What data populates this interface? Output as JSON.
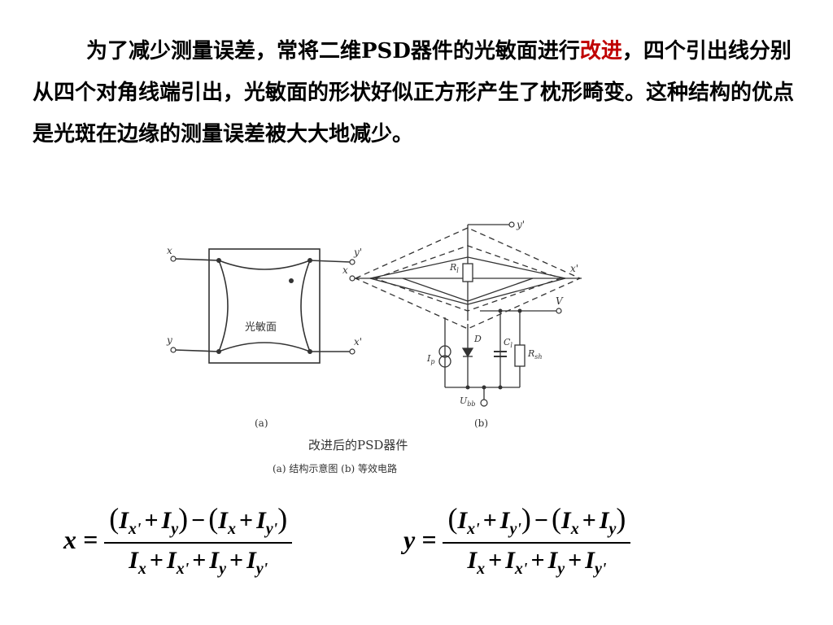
{
  "paragraph": {
    "part1": "为了减少测量误差，常将二维PSD器件的光敏面进行",
    "highlight": "改进",
    "part2": "，四个引出线分别从四个对角线端引出，光敏面的形状好似正方形产生了枕形畸变。这种结构的优点是光斑在边缘的测量误差被大大地减少。"
  },
  "figure": {
    "left_labels": {
      "x": "x",
      "y_prime": "y'",
      "y": "y",
      "x_prime": "x'",
      "center": "光敏面",
      "sub": "(a)"
    },
    "right_labels": {
      "y_prime": "y'",
      "x": "x",
      "x_prime": "x'",
      "V": "V",
      "R": "R",
      "R_sub": "l",
      "D": "D",
      "C": "C",
      "C_sub": "l",
      "Rsh": "R",
      "Rsh_sub": "sh",
      "I": "I",
      "I_sub": "p",
      "U": "U",
      "U_sub": "bb",
      "sub": "(b)"
    },
    "caption": "改进后的PSD器件",
    "subcaption": "(a) 结构示意图  (b) 等效电路"
  },
  "formulas": {
    "x": {
      "lhs": "x =",
      "num": [
        "I",
        "x'",
        "I",
        "y",
        "I",
        "x",
        "I",
        "y'"
      ],
      "den": [
        "I",
        "x",
        "I",
        "x'",
        "I",
        "y",
        "I",
        "y'"
      ]
    },
    "y": {
      "lhs": "y =",
      "num": [
        "I",
        "x'",
        "I",
        "y'",
        "I",
        "x",
        "I",
        "y"
      ],
      "den": [
        "I",
        "x",
        "I",
        "x'",
        "I",
        "y",
        "I",
        "y'"
      ]
    }
  }
}
